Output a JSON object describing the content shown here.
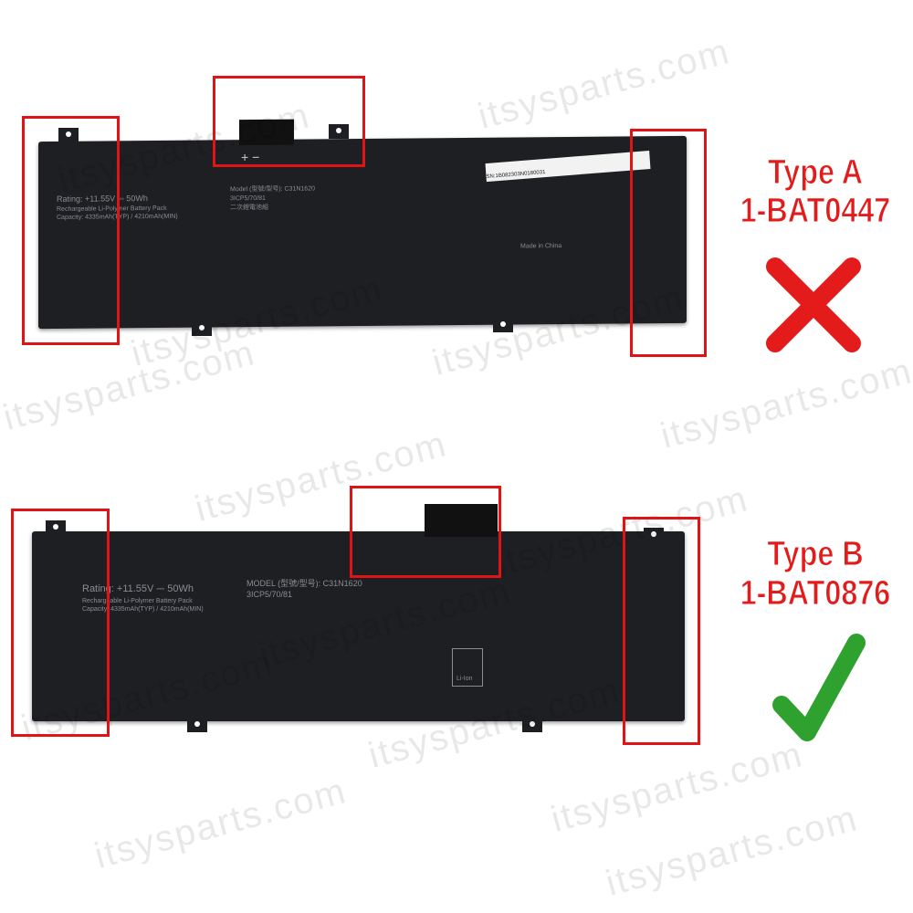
{
  "watermark": "itsysparts.com",
  "battery_a": {
    "rating": "Rating: +11.55V ⎓ 50Wh",
    "pack": "Rechargeable Li-Polymer Battery Pack",
    "capacity": "Capacity: 4335mAh(TYP) / 4210mAh(MIN)",
    "model": "Model (型號/型号): C31N1620",
    "cells": "3ICP5/70/81",
    "cn": "二次鋰電池組",
    "made_in": "Made in China",
    "polarity": "+ −",
    "barcode": "SN:1B082303N0180031"
  },
  "battery_b": {
    "rating": "Rating: +11.55V ⎓ 50Wh",
    "pack": "Rechargeable Li-Polymer Battery Pack",
    "capacity": "Capacity: 4335mAh(TYP) / 4210mAh(MIN)",
    "model": "MODEL (型號/型号): C31N1620",
    "cells": "3ICP5/70/81",
    "li_ion": "Li-Ion"
  },
  "type_a": {
    "title": "Type A",
    "part": "1-BAT0447",
    "status": "incompatible",
    "status_color": "#e31b1b"
  },
  "type_b": {
    "title": "Type B",
    "part": "1-BAT0876",
    "status": "compatible",
    "status_color": "#2ea12e"
  },
  "highlight_color": "#e01414"
}
